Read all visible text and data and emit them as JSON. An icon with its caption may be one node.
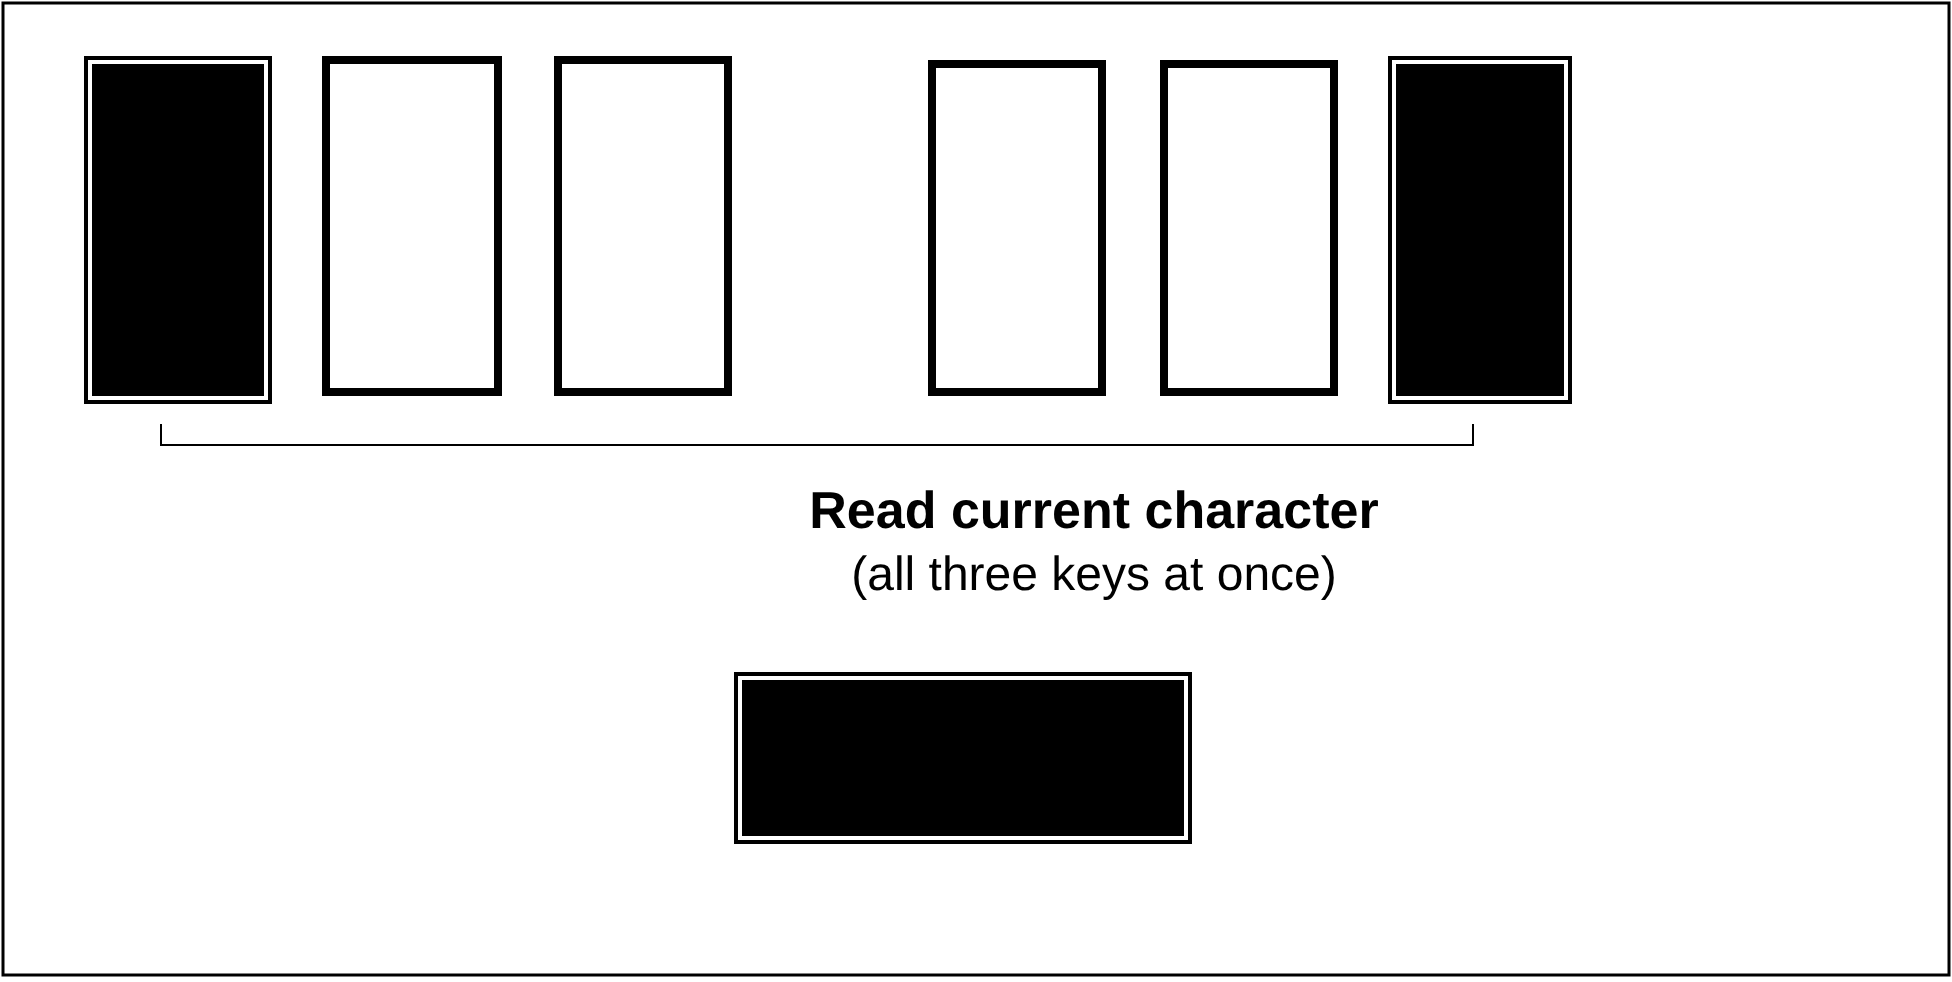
{
  "diagram": {
    "nodes": [
      {
        "text": [],
        "shape": "block"
      },
      {
        "text": [],
        "shape": "box"
      },
      {
        "text": [],
        "shape": "box"
      },
      {
        "text": [],
        "shape": "box"
      },
      {
        "text": [],
        "shape": "box"
      },
      {
        "text": [],
        "shape": "block"
      },
      {
        "text": [],
        "shape": "block"
      }
    ],
    "labels": [
      "Read current character",
      "(all three keys at once)"
    ]
  }
}
